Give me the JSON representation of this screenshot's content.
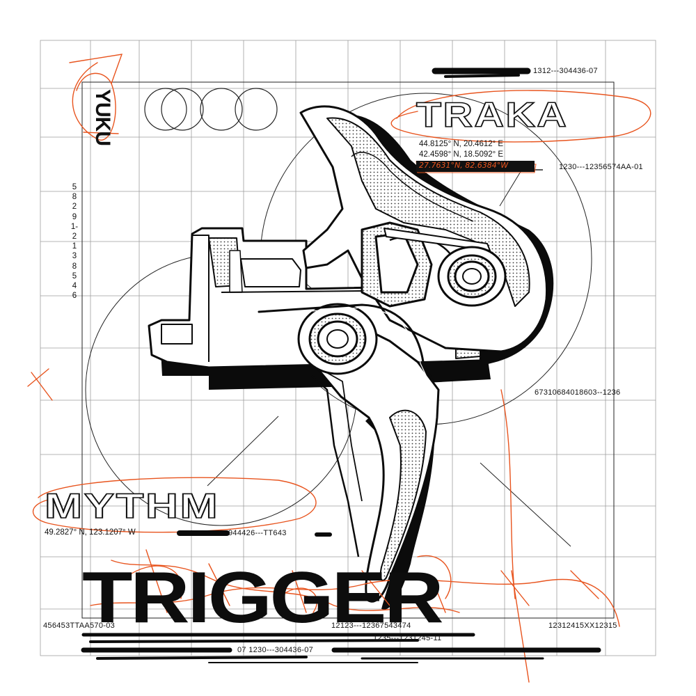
{
  "brand": {
    "logo_text": "YUKU"
  },
  "words": {
    "traka": "TRAKA",
    "mythm": "MYTHM",
    "trigger": "TRIGGER"
  },
  "coordinates": {
    "line1": "44.8125° N, 20.4612° E",
    "line2": "42.4598° N, 18.5092° E",
    "line3_handwritten": "27.7631°N, 82.6384°W",
    "bottom_left": "49.2827° N, 123.1207° W"
  },
  "codes": {
    "top_right": "1312---304436-07",
    "right_upper": "1230---12356574AA-01",
    "right_middle": "67310684018603--1236",
    "mythm_code": "944426---TT643",
    "bottom_left": "456453TTAA570-03",
    "bottom_center": "12123---12367543474",
    "bottom_right": "12312415XX12315",
    "bottom_center_low": "1235---1231245-11",
    "bottom_repeat": "07 1230---304436-07"
  },
  "vertical_code": "58291-2138546",
  "colors": {
    "ink": "#111111",
    "accent": "#e8541e",
    "paper": "#ffffff",
    "grid": "#9a9a9a"
  }
}
